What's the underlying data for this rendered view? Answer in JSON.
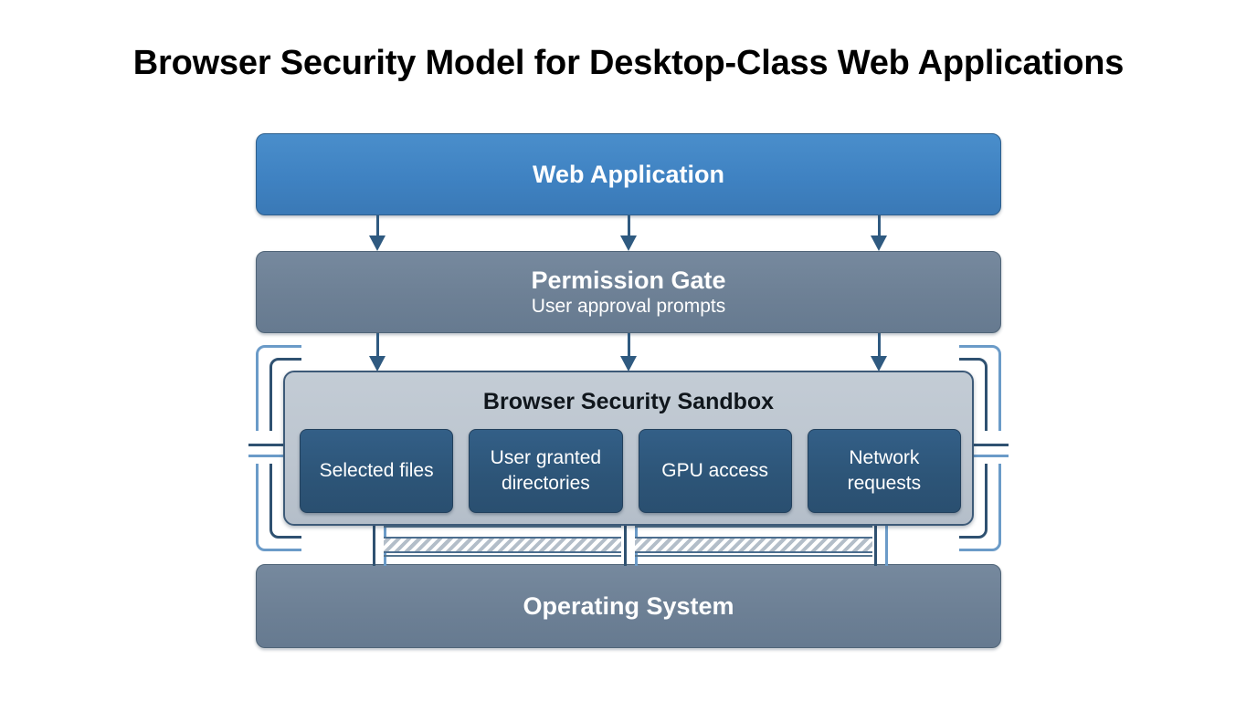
{
  "title": "Browser Security Model for Desktop-Class Web Applications",
  "layers": {
    "web_application": {
      "label": "Web Application",
      "color": "#3f84c4"
    },
    "permission_gate": {
      "label": "Permission Gate",
      "subtitle": "User approval prompts",
      "color": "#6e8197"
    },
    "sandbox": {
      "label": "Browser Security Sandbox",
      "color": "#bcc6d0",
      "items": [
        {
          "label": "Selected files"
        },
        {
          "label": "User granted directories"
        },
        {
          "label": "GPU access"
        },
        {
          "label": "Network requests"
        }
      ],
      "item_color": "#2c5377"
    },
    "operating_system": {
      "label": "Operating System",
      "color": "#6e8197"
    }
  },
  "connectors": {
    "app_to_gate": [
      {
        "name": "arrow-app-to-gate-1"
      },
      {
        "name": "arrow-app-to-gate-2"
      },
      {
        "name": "arrow-app-to-gate-3"
      }
    ],
    "gate_to_sandbox": [
      {
        "name": "arrow-gate-to-sandbox-1"
      },
      {
        "name": "arrow-gate-to-sandbox-2"
      },
      {
        "name": "arrow-gate-to-sandbox-3"
      }
    ],
    "sandbox_to_os": [
      {
        "name": "connector-sandbox-to-os-1"
      },
      {
        "name": "connector-sandbox-to-os-2"
      },
      {
        "name": "connector-sandbox-to-os-3"
      }
    ],
    "accent_color": "#2f5a80",
    "bracket_outer_color": "#6b9bc8",
    "bracket_inner_color": "#2f5171"
  }
}
